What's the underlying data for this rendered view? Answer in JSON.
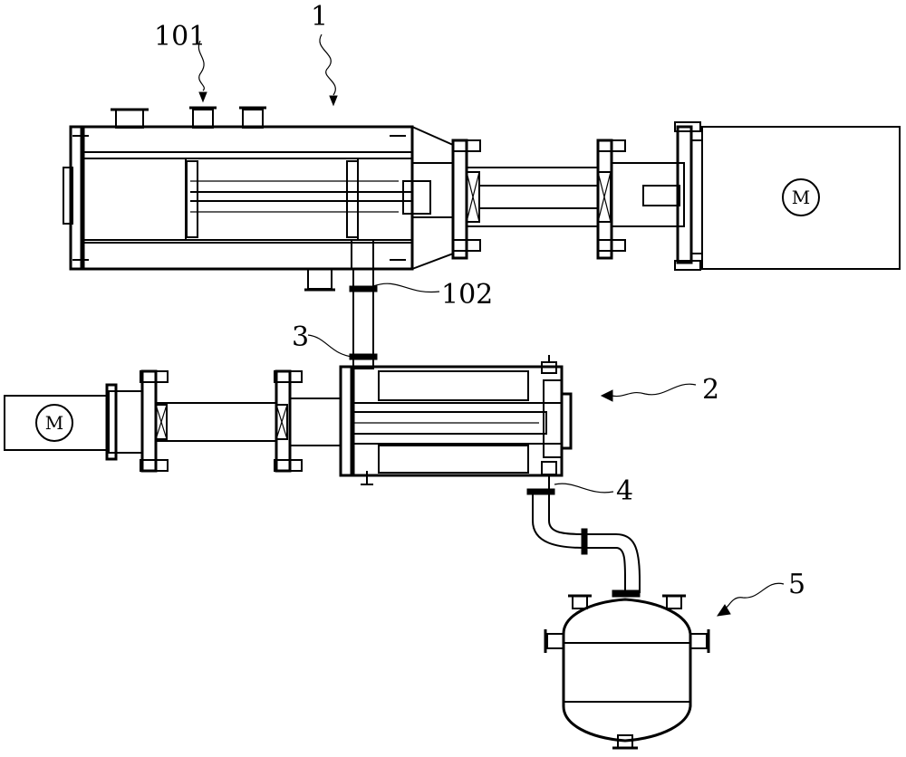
{
  "labels": {
    "unit1": "1",
    "unit101": "101",
    "unit102": "102",
    "unit2": "2",
    "unit3": "3",
    "unit4": "4",
    "unit5": "5"
  },
  "motors": {
    "top_symbol": "M",
    "bottom_symbol": "M"
  }
}
